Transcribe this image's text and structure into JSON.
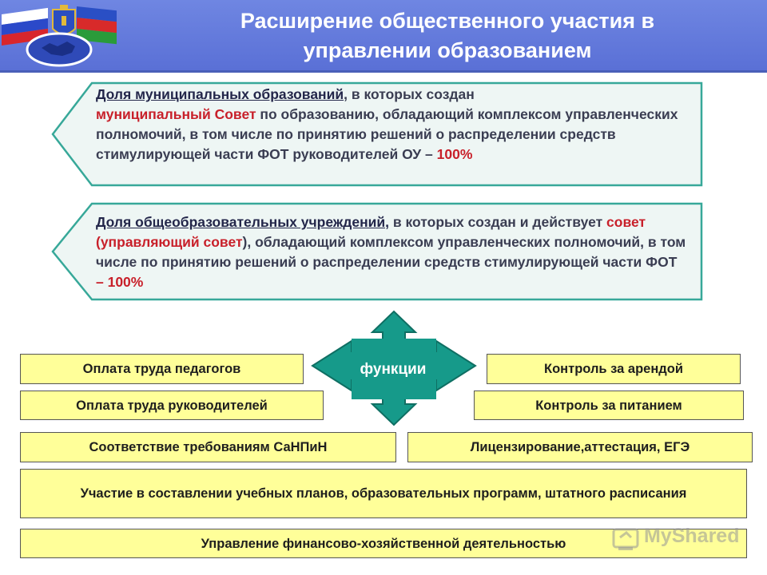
{
  "header": {
    "title_line1": "Расширение общественного участия в",
    "title_line2": "управлении образованием",
    "background_color": "#5f76dc"
  },
  "callouts": [
    {
      "segments": [
        {
          "text": "Доля муниципальных образований",
          "style": "underline"
        },
        {
          "text": ", в которых создан ",
          "style": "normal"
        },
        {
          "text": "муниципальный Совет",
          "style": "red"
        },
        {
          "text": " по образованию, обладающий комплексом управленческих полномочий, в том числе по принятию решений о распределении средств стимулирующей  части ФОТ руководителей ОУ – ",
          "style": "normal"
        },
        {
          "text": "100%",
          "style": "red"
        }
      ]
    },
    {
      "segments": [
        {
          "text": "Доля общеобразовательных учреждений,",
          "style": "underline"
        },
        {
          "text": " в которых создан и действует ",
          "style": "normal"
        },
        {
          "text": "совет (управляющий совет",
          "style": "red"
        },
        {
          "text": "), обладающий комплексом управленческих полномочий, в том числе по принятию решений о распределении средств стимулирующей  части ФОТ  ",
          "style": "normal"
        },
        {
          "text": "–  100%",
          "style": "red"
        }
      ]
    }
  ],
  "center": {
    "label": "функции",
    "color": "#169a8a"
  },
  "boxes": {
    "pay_teachers": "Оплата труда педагогов",
    "pay_heads": "Оплата труда руководителей",
    "sanpin": "Соответствие требованиям СаНПиН",
    "rent_control": "Контроль  за арендой",
    "food_control": "Контроль за питанием",
    "licensing": "Лицензирование,аттестация, ЕГЭ",
    "curricula": "Участие в составлении учебных планов, образовательных программ, штатного расписания",
    "finance": "Управление финансово-хозяйственной деятельностью"
  },
  "watermark": {
    "text": "MyShared"
  }
}
